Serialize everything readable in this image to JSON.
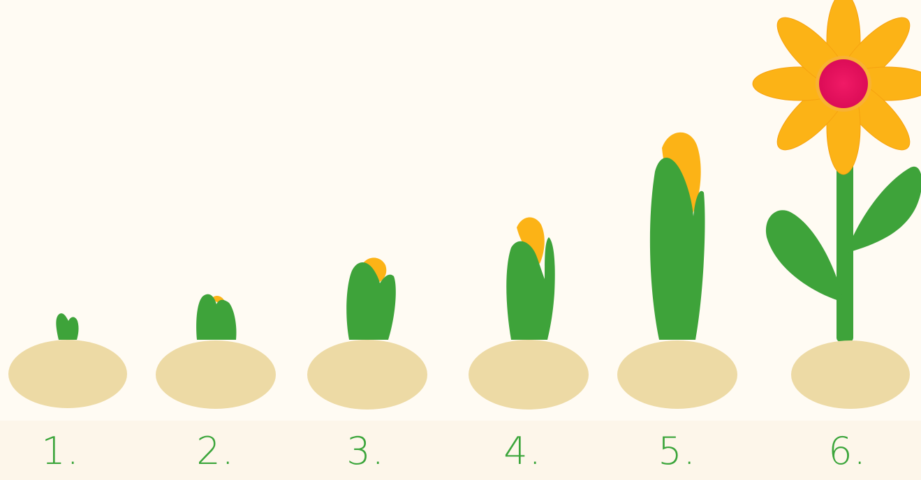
{
  "stages": [
    {
      "label": "1."
    },
    {
      "label": "2."
    },
    {
      "label": "3."
    },
    {
      "label": "4."
    },
    {
      "label": "5."
    },
    {
      "label": "6."
    }
  ],
  "colors": {
    "background": "#fffbf3",
    "label_band": "#fdf6ea",
    "soil": "#eddaa5",
    "leaf": "#3ea33a",
    "petal": "#fcb316",
    "flower_center": "#e8115f",
    "label_text": "#3ba53b"
  }
}
